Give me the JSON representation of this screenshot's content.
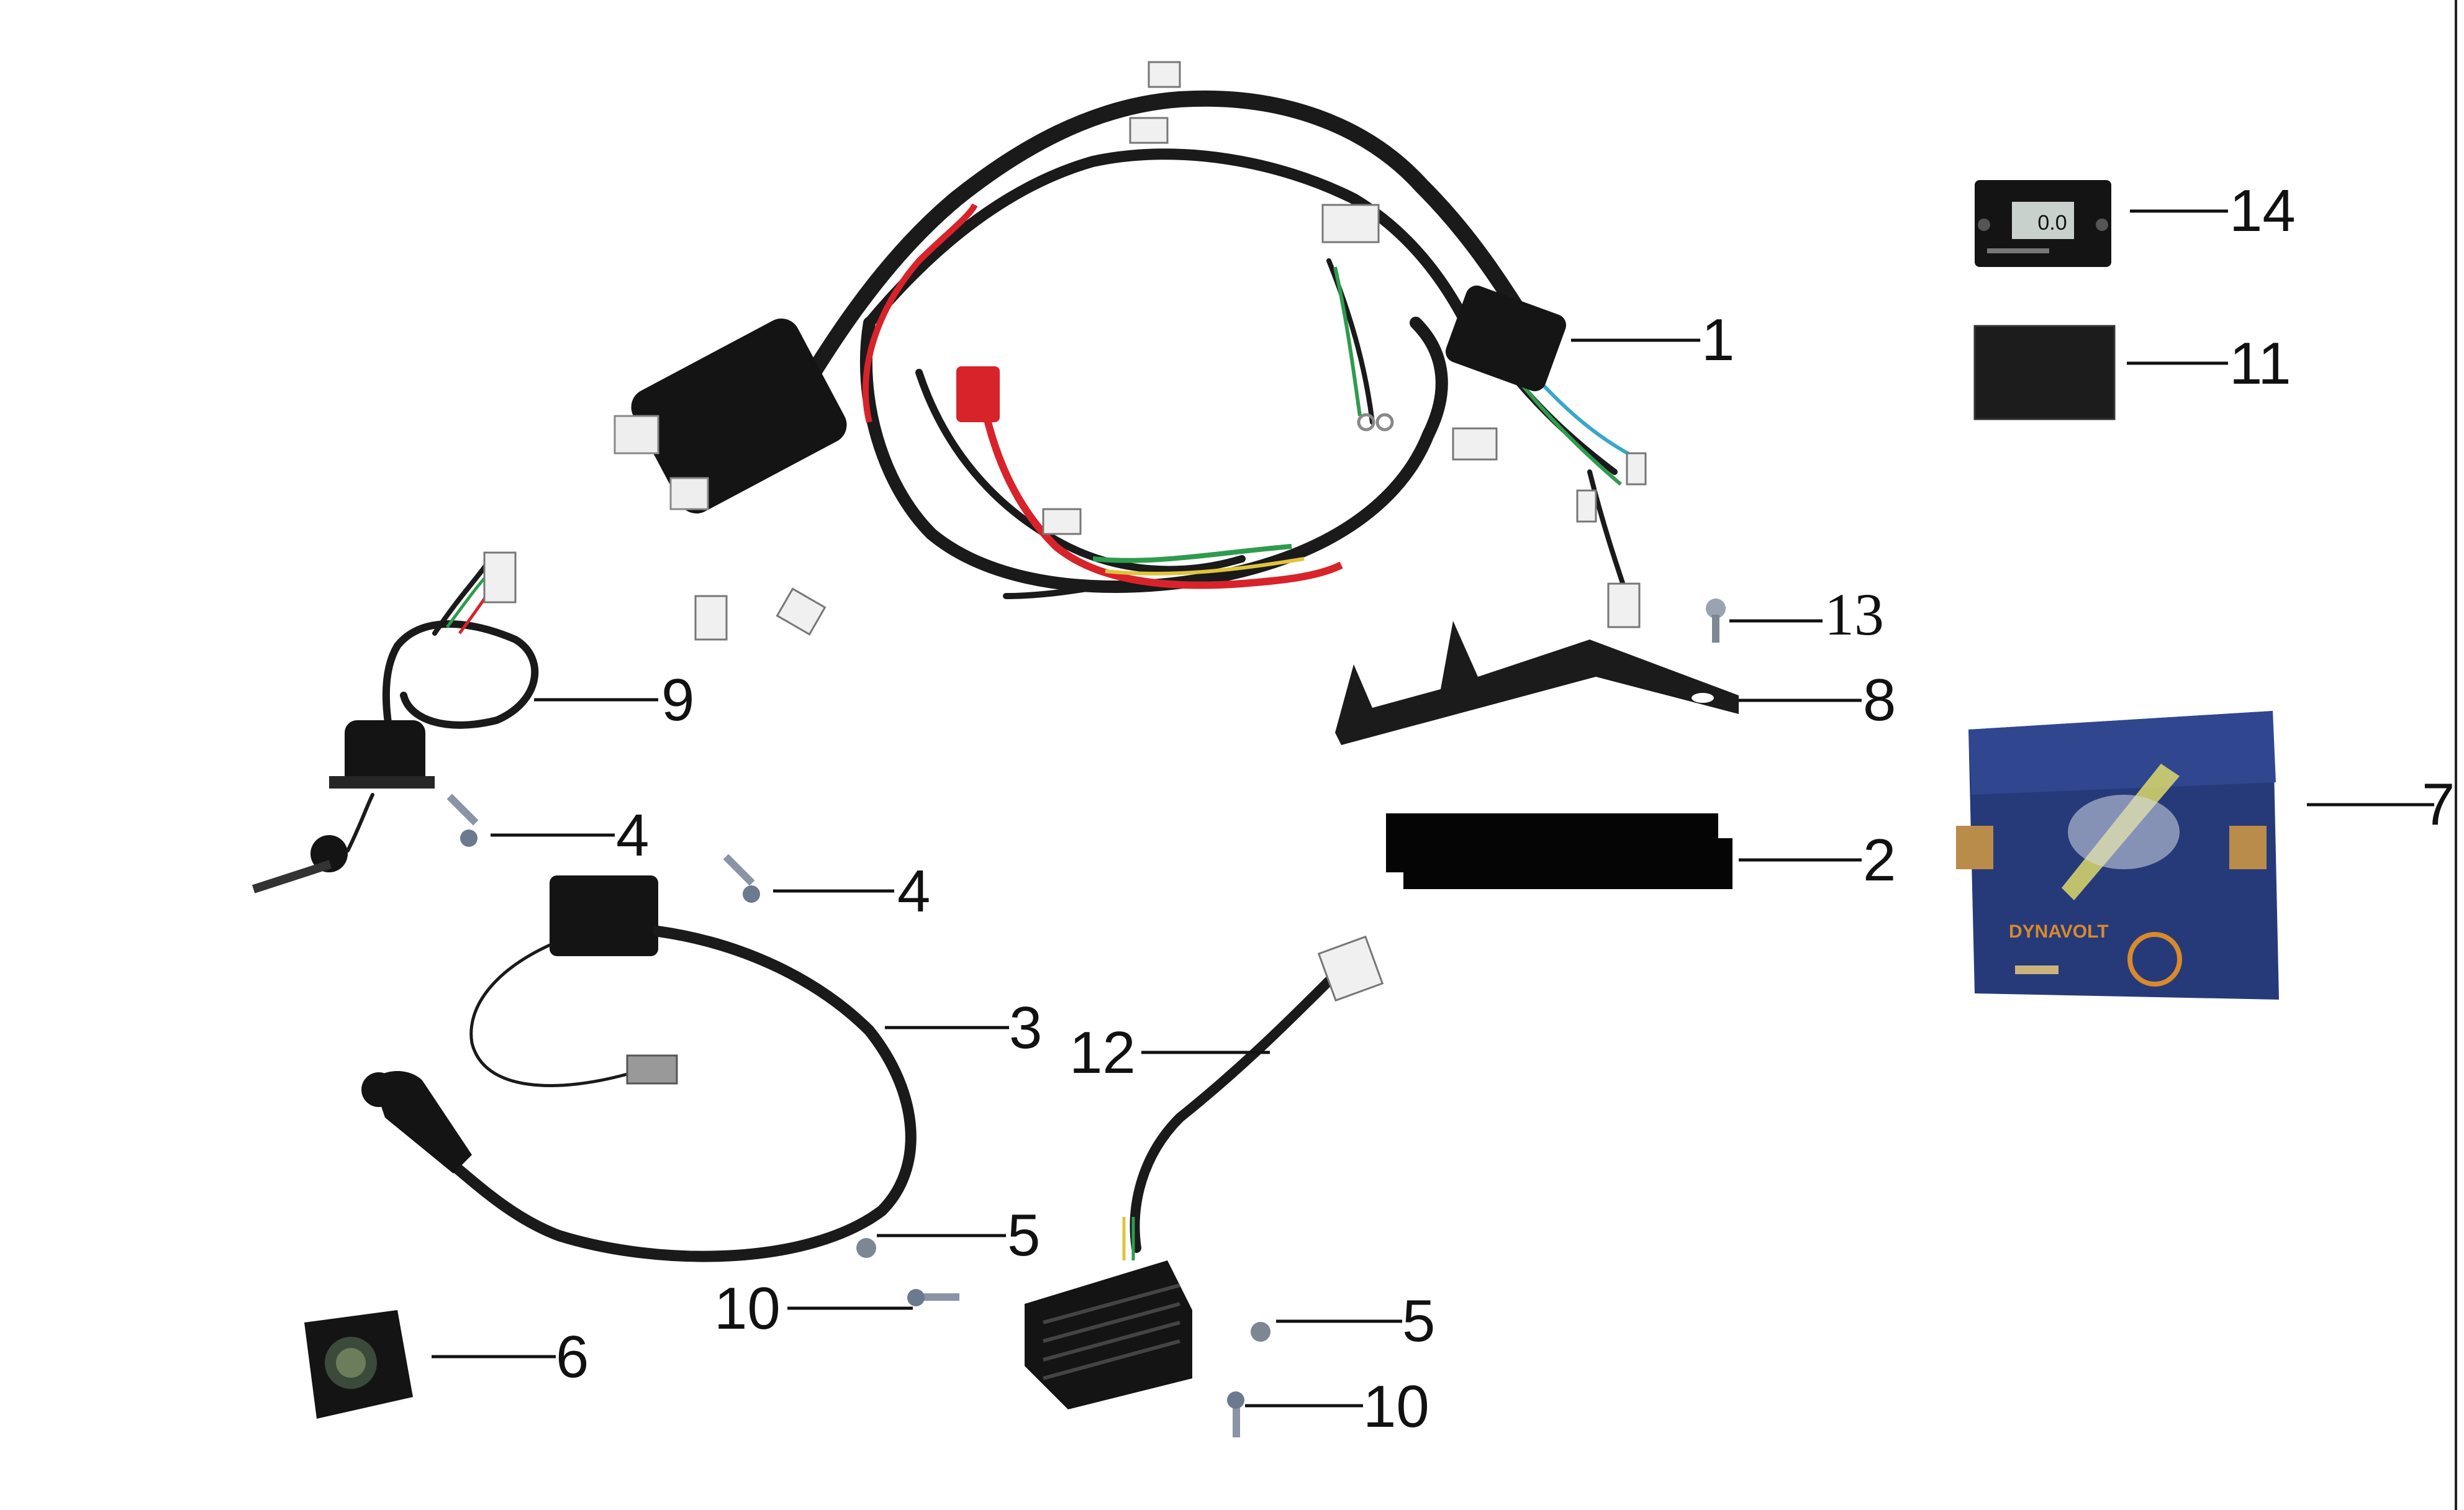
{
  "callouts": {
    "c1": "1",
    "c2": "2",
    "c3": "3",
    "c4a": "4",
    "c4b": "4",
    "c5a": "5",
    "c5b": "5",
    "c6": "6",
    "c7": "7",
    "c8": "8",
    "c9": "9",
    "c10a": "10",
    "c10b": "10",
    "c11": "11",
    "c12": "12",
    "c13": "13",
    "c14": "14"
  },
  "parts": {
    "battery_brand": "DYNAVOLT",
    "meter_reading": "0.0"
  },
  "colors": {
    "wire_black": "#1a1a1a",
    "wire_red": "#d8232a",
    "wire_green": "#2e9b4e",
    "battery_blue": "#263a7a",
    "battery_label": "#d98a2a",
    "leader": "#111111"
  }
}
